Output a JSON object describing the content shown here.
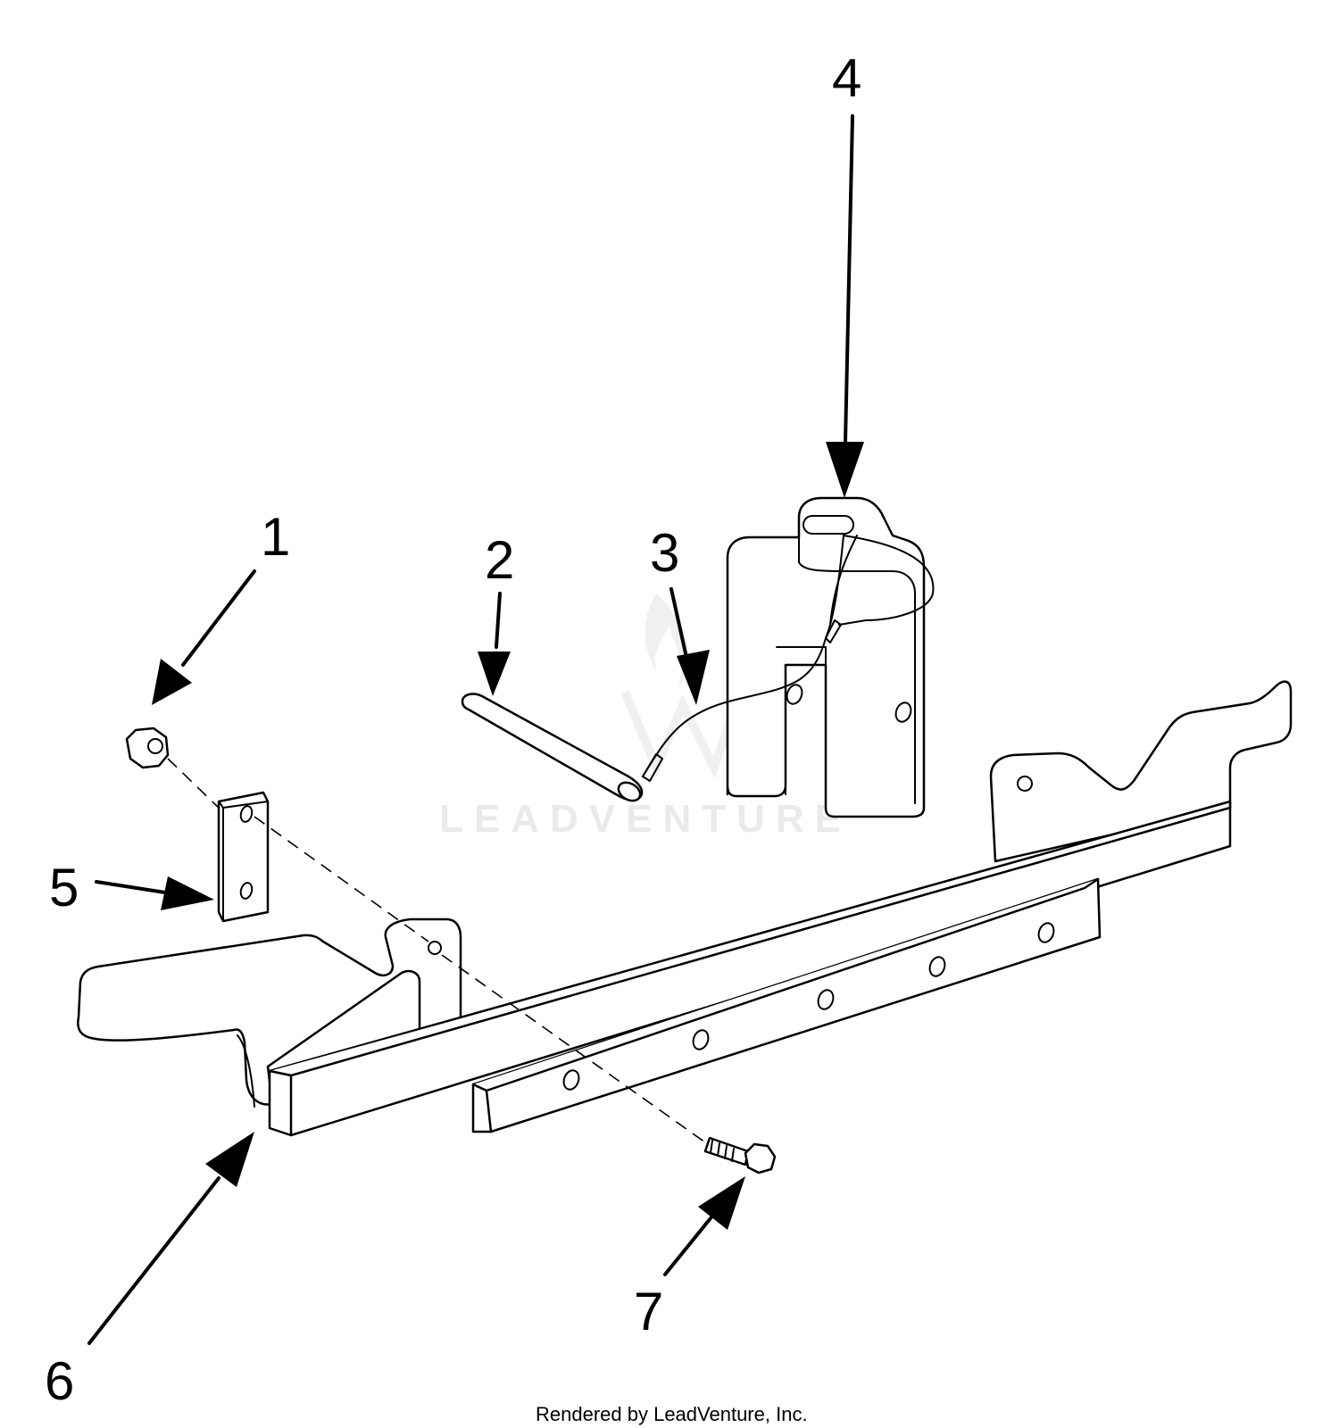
{
  "callouts": [
    {
      "id": "1",
      "label": "1"
    },
    {
      "id": "2",
      "label": "2"
    },
    {
      "id": "3",
      "label": "3"
    },
    {
      "id": "4",
      "label": "4"
    },
    {
      "id": "5",
      "label": "5"
    },
    {
      "id": "6",
      "label": "6"
    },
    {
      "id": "7",
      "label": "7"
    }
  ],
  "watermark": "LEADVENTURE",
  "footer": "Rendered by LeadVenture, Inc.",
  "colors": {
    "line": "#000000",
    "background": "#ffffff"
  }
}
